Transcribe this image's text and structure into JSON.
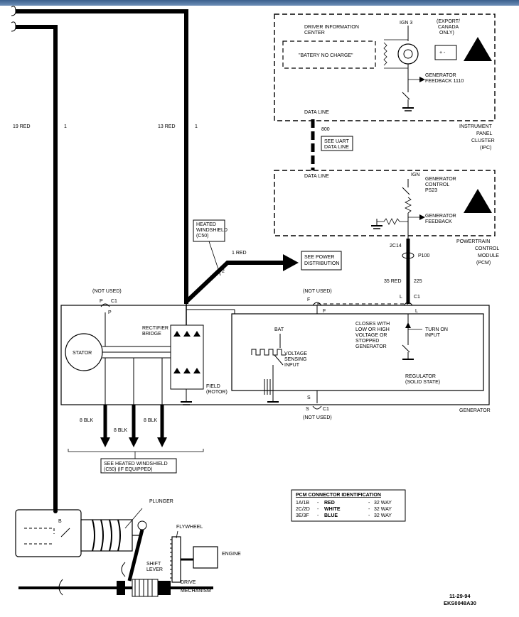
{
  "wires": {
    "w19_label": "19 RED",
    "w19_pin": "1",
    "w13_label": "13 RED",
    "w13_pin": "1",
    "red1": "1 RED",
    "red1_pin": "2",
    "w35_label": "35 RED",
    "w35_pin": "225",
    "w800": "800",
    "blk1": "8 BLK",
    "blk2": "8 BLK",
    "blk3": "8 BLK"
  },
  "ipc": {
    "dic_line1": "DRIVER INFORMATION",
    "dic_line2": "CENTER",
    "message": "\"BATERY NO CHARGE\"",
    "ign3": "IGN 3",
    "export_line1": "(EXPORT/",
    "export_line2": "CANADA",
    "export_line3": "ONLY)",
    "feedback_line1": "GENERATOR",
    "feedback_line2": "FEEDBACK 1110",
    "data_line": "DATA LINE",
    "label_line1": "INSTRUMENT",
    "label_line2": "PANEL",
    "label_line3": "CLUSTER",
    "label_line4": "(IPC)"
  },
  "uart": {
    "line1": "SEE UART",
    "line2": "DATA LINE"
  },
  "pcm": {
    "data_line": "DATA LINE",
    "ign": "IGN",
    "control_line1": "GENERATOR",
    "control_line2": "CONTROL",
    "control_line3": "PS23",
    "feedback_line1": "GENERATOR",
    "feedback_line2": "FEEDBACK",
    "label_line1": "POWERTRAIN",
    "label_line2": "CONTROL",
    "label_line3": "MODULE",
    "label_line4": "(PCM)",
    "connector_2c14": "2C14",
    "p100": "P100"
  },
  "heated_ws": {
    "line1": "HEATED",
    "line2": "WINDSHIELD",
    "line3": "(C50)"
  },
  "power_dist": {
    "line1": "SEE POWER",
    "line2": "DISTRIBUTION"
  },
  "connectors": {
    "not_used_p": "(NOT USED)",
    "p": "P",
    "c1_p": "C1",
    "p_inner": "P",
    "not_used_f": "(NOT USED)",
    "f": "F",
    "f_inner": "F",
    "l": "L",
    "c1_l": "C1",
    "l_inner": "L",
    "s": "S",
    "s_outer": "S",
    "c1_s": "C1",
    "not_used_s": "(NOT USED)"
  },
  "generator": {
    "stator": "STATOR",
    "rectifier_line1": "RECTIFIER",
    "rectifier_line2": "BRIDGE",
    "field_line1": "FIELD",
    "field_line2": "(ROTOR)",
    "bat": "BAT",
    "voltage_line1": "VOLTAGE",
    "voltage_line2": "SENSING",
    "voltage_line3": "INPUT",
    "closes_line1": "CLOSES WITH",
    "closes_line2": "LOW OR HIGH",
    "closes_line3": "VOLTAGE OR",
    "closes_line4": "STOPPED",
    "closes_line5": "GENERATOR",
    "turn_on_line1": "TURN ON",
    "turn_on_line2": "INPUT",
    "regulator_line1": "REGULATOR",
    "regulator_line2": "(SOLID STATE)",
    "label": "GENERATOR"
  },
  "see_heated": {
    "line1": "SEE HEATED WINDSHIELD",
    "line2": "(C50) (IF EQUIPPED)"
  },
  "pcm_table": {
    "title": "PCM CONNECTOR IDENTIFICATION",
    "rows": [
      {
        "code": "1A/1B",
        "color": "RED",
        "size": "32 WAY"
      },
      {
        "code": "2C/2D",
        "color": "WHITE",
        "size": "32 WAY"
      },
      {
        "code": "3E/3F",
        "color": "BLUE",
        "size": "32 WAY"
      }
    ]
  },
  "starter": {
    "b": "B",
    "plunger": "PLUNGER",
    "flywheel": "FLYWHEEL",
    "engine": "ENGINE",
    "shift_line1": "SHIFT",
    "shift_line2": "LEVER",
    "drive_line1": "DRIVE",
    "drive_line2": "MECHANISM"
  },
  "footer": {
    "date": "11-29-94",
    "code": "EKS0048A30"
  }
}
